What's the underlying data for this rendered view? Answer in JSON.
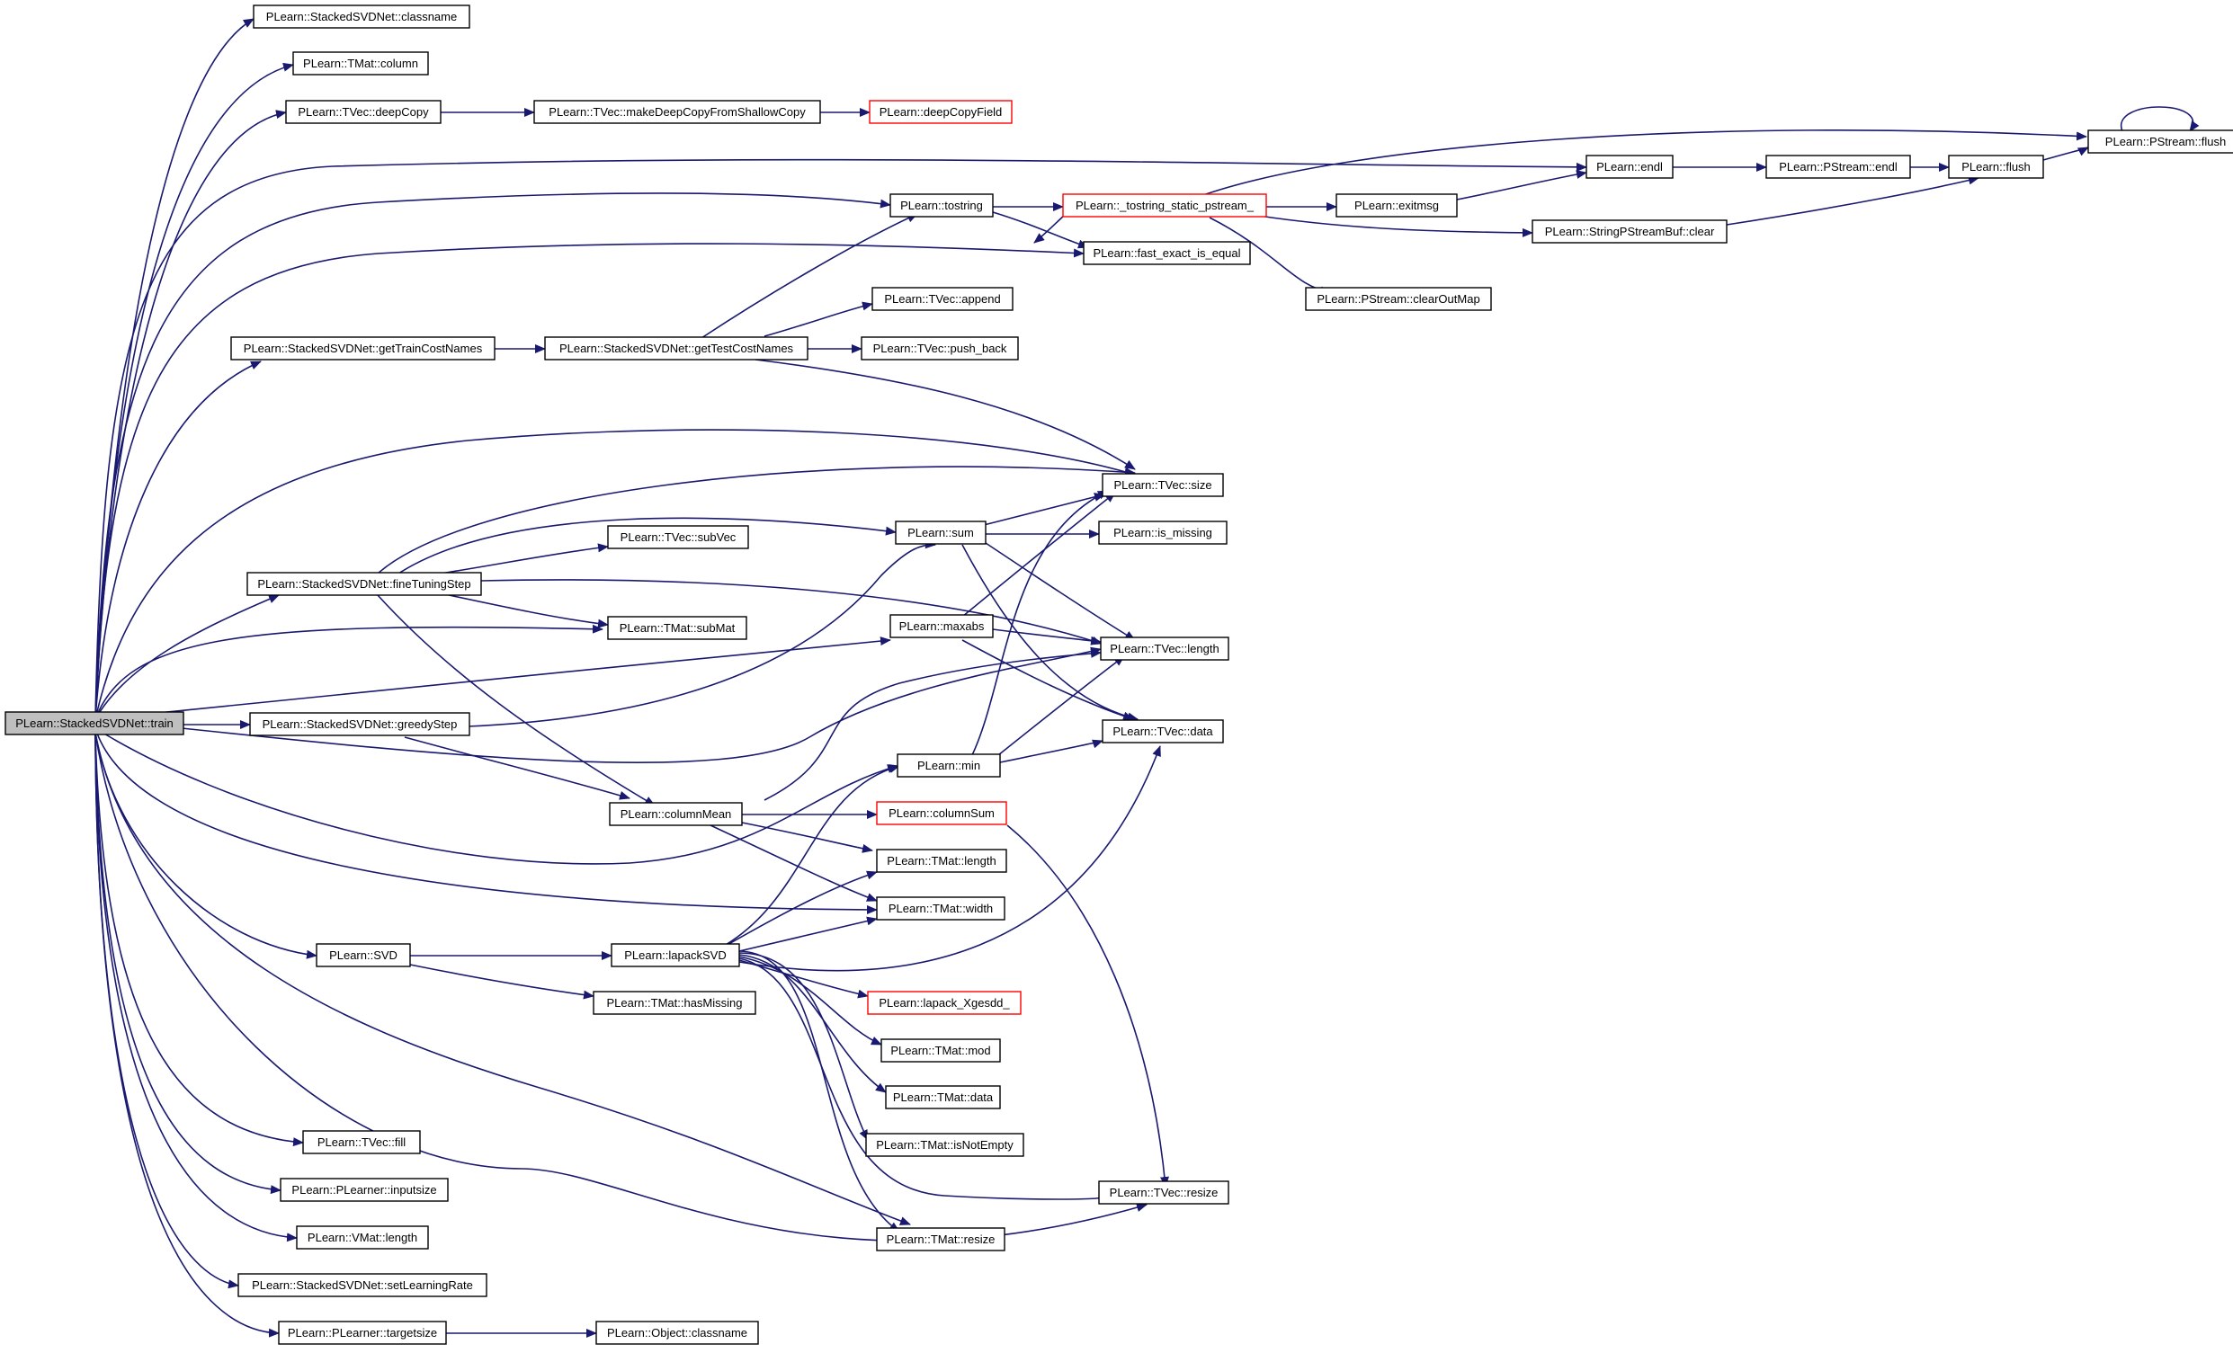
{
  "colors": {
    "edge": "#191970",
    "root_fill": "#bfbfbf",
    "truncated_border": "#ff0000",
    "node_border": "#000000"
  },
  "nodes": {
    "train": {
      "label": "PLearn::StackedSVDNet::train",
      "root": true
    },
    "classnameSVD": {
      "label": "PLearn::StackedSVDNet::classname"
    },
    "tmatColumn": {
      "label": "PLearn::TMat::column"
    },
    "deepCopy": {
      "label": "PLearn::TVec::deepCopy"
    },
    "makeDeepCopy": {
      "label": "PLearn::TVec::makeDeepCopyFromShallowCopy"
    },
    "deepCopyField": {
      "label": "PLearn::deepCopyField",
      "truncated": true
    },
    "tostring": {
      "label": "PLearn::tostring"
    },
    "tostringStatic": {
      "label": "PLearn::_tostring_static_pstream_",
      "truncated": true
    },
    "exitmsg": {
      "label": "PLearn::exitmsg"
    },
    "endl": {
      "label": "PLearn::endl"
    },
    "pstreamEndl": {
      "label": "PLearn::PStream::endl"
    },
    "flush": {
      "label": "PLearn::flush"
    },
    "pstreamFlush": {
      "label": "PLearn::PStream::flush"
    },
    "spsbClear": {
      "label": "PLearn::StringPStreamBuf::clear"
    },
    "fastExact": {
      "label": "PLearn::fast_exact_is_equal"
    },
    "clearOutMap": {
      "label": "PLearn::PStream::clearOutMap"
    },
    "getTrain": {
      "label": "PLearn::StackedSVDNet::getTrainCostNames"
    },
    "getTest": {
      "label": "PLearn::StackedSVDNet::getTestCostNames"
    },
    "append": {
      "label": "PLearn::TVec::append"
    },
    "pushBack": {
      "label": "PLearn::TVec::push_back"
    },
    "tvecSize": {
      "label": "PLearn::TVec::size"
    },
    "sum": {
      "label": "PLearn::sum"
    },
    "isMissing": {
      "label": "PLearn::is_missing"
    },
    "subVec": {
      "label": "PLearn::TVec::subVec"
    },
    "fineTuning": {
      "label": "PLearn::StackedSVDNet::fineTuningStep"
    },
    "subMat": {
      "label": "PLearn::TMat::subMat"
    },
    "maxabs": {
      "label": "PLearn::maxabs"
    },
    "tvecLength": {
      "label": "PLearn::TVec::length"
    },
    "greedyStep": {
      "label": "PLearn::StackedSVDNet::greedyStep"
    },
    "tvecData": {
      "label": "PLearn::TVec::data"
    },
    "min": {
      "label": "PLearn::min"
    },
    "columnMean": {
      "label": "PLearn::columnMean"
    },
    "columnSum": {
      "label": "PLearn::columnSum",
      "truncated": true
    },
    "tmatLength": {
      "label": "PLearn::TMat::length"
    },
    "tmatWidth": {
      "label": "PLearn::TMat::width"
    },
    "svd": {
      "label": "PLearn::SVD"
    },
    "lapackSVD": {
      "label": "PLearn::lapackSVD"
    },
    "lapackX": {
      "label": "PLearn::lapack_Xgesdd_",
      "truncated": true
    },
    "hasMissing": {
      "label": "PLearn::TMat::hasMissing"
    },
    "tmatMod": {
      "label": "PLearn::TMat::mod"
    },
    "tmatData": {
      "label": "PLearn::TMat::data"
    },
    "isNotEmpty": {
      "label": "PLearn::TMat::isNotEmpty"
    },
    "tvecResize": {
      "label": "PLearn::TVec::resize"
    },
    "tmatResize": {
      "label": "PLearn::TMat::resize"
    },
    "fill": {
      "label": "PLearn::TVec::fill"
    },
    "inputsize": {
      "label": "PLearn::PLearner::inputsize"
    },
    "vmatLength": {
      "label": "PLearn::VMat::length"
    },
    "setLR": {
      "label": "PLearn::StackedSVDNet::setLearningRate"
    },
    "targetsize": {
      "label": "PLearn::PLearner::targetsize"
    },
    "objClassname": {
      "label": "PLearn::Object::classname"
    }
  }
}
